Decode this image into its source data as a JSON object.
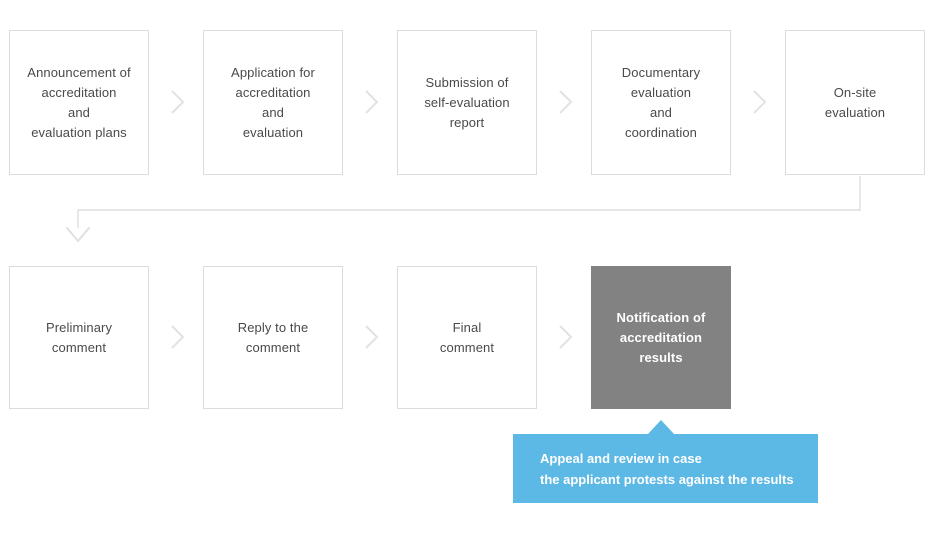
{
  "diagram": {
    "title": "Accreditation and evaluation process flowchart",
    "colors": {
      "box_border": "#dcdcdc",
      "box_fill": "#ffffff",
      "box_text": "#4a4a4a",
      "highlight_fill": "#828282",
      "highlight_text": "#ffffff",
      "callout_fill": "#5cb8e4",
      "callout_text": "#ffffff",
      "connector_line": "#d8d8d8",
      "chevron": "#e2e2e2"
    },
    "row1": [
      {
        "label": "Announcement of\naccreditation\nand\nevaluation plans"
      },
      {
        "label": "Application for\naccreditation\nand\nevaluation"
      },
      {
        "label": "Submission of\nself-evaluation\nreport"
      },
      {
        "label": "Documentary\nevaluation\nand\ncoordination"
      },
      {
        "label": "On-site\nevaluation"
      }
    ],
    "row2": [
      {
        "label": "Preliminary\ncomment"
      },
      {
        "label": "Reply to the\ncomment"
      },
      {
        "label": "Final\ncomment"
      },
      {
        "label": "Notification of\naccreditation\nresults"
      }
    ],
    "separators": {
      "row1": [
        "chevron-right-icon",
        "chevron-right-icon",
        "chevron-right-icon",
        "chevron-right-icon"
      ],
      "row2": [
        "chevron-right-icon",
        "chevron-right-icon",
        "chevron-right-icon"
      ],
      "wrap": "chevron-down-icon"
    },
    "callout": {
      "text": "Appeal and review in case\nthe applicant protests against the results"
    }
  }
}
